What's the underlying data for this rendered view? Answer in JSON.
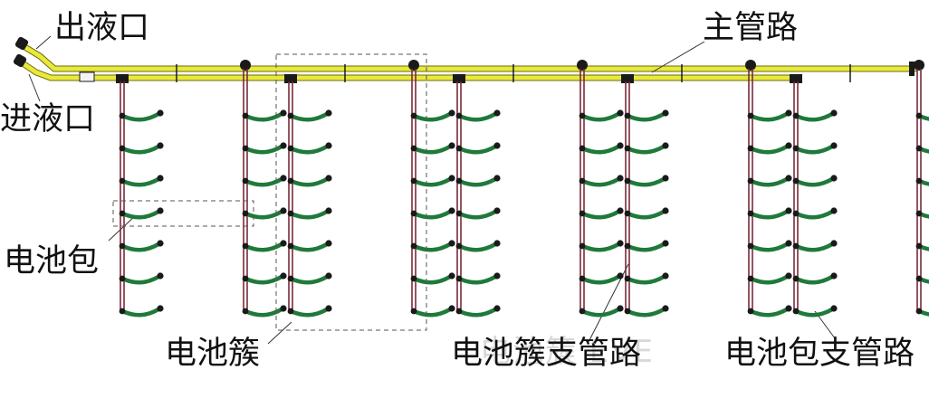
{
  "labels": {
    "outlet": "出液口",
    "inlet": "进液口",
    "main_pipe": "主管路",
    "battery_pack": "电池包",
    "battery_cluster": "电池簇",
    "cluster_branch": "电池簇支管路",
    "pack_branch": "电池包支管路"
  },
  "watermark": "电池簇 EVE",
  "colors": {
    "main_pipe": "#e9e93a",
    "main_pipe_edge": "#6b6b10",
    "riser": "#7a2a3a",
    "pack_pipe": "#1f7a3a",
    "connector": "#1a1a1a",
    "dashed_box": "#555555"
  },
  "structure": {
    "cluster_count": 5,
    "packs_per_column": 7,
    "columns_per_cluster": 2
  }
}
